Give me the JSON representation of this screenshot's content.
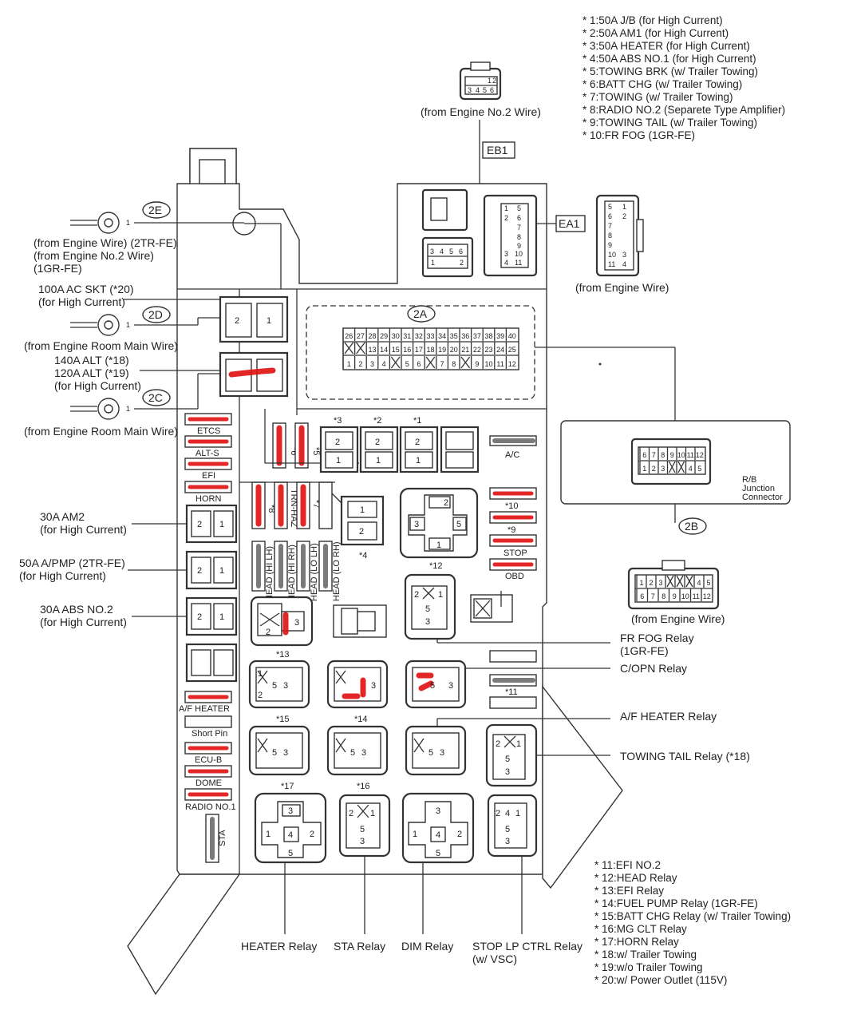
{
  "legend_top": [
    "* 1:50A J/B (for High Current)",
    "* 2:50A AM1 (for High Current)",
    "* 3:50A HEATER (for High Current)",
    "* 4:50A ABS NO.1 (for High Current)",
    "* 5:TOWING BRK (w/ Trailer Towing)",
    "* 6:BATT CHG (w/ Trailer Towing)",
    "* 7:TOWING (w/ Trailer Towing)",
    "* 8:RADIO NO.2 (Separete Type Amplifier)",
    "* 9:TOWING TAIL (w/ Trailer Towing)",
    "* 10:FR FOG (1GR-FE)"
  ],
  "legend_bottom": [
    "* 11:EFI NO.2",
    "* 12:HEAD Relay",
    "* 13:EFI Relay",
    "* 14:FUEL PUMP Relay (1GR-FE)",
    "* 15:BATT CHG Relay (w/ Trailer Towing)",
    "* 16:MG CLT Relay",
    "* 17:HORN Relay",
    "* 18:w/ Trailer Towing",
    "* 19:w/o Trailer Towing",
    "* 20:w/ Power Outlet (115V)"
  ],
  "connectors": {
    "2E": "2E",
    "2D": "2D",
    "2C": "2C",
    "2A": "2A",
    "2B": "2B",
    "EB1": "EB1",
    "EA1": "EA1",
    "eb1_source": "(from Engine No.2 Wire)",
    "ea1_source": "(from Engine Wire)",
    "b2_source": "(from Engine Wire)",
    "rb_label": [
      "R/B",
      "Junction",
      "Connector"
    ]
  },
  "left_labels": {
    "e2_source": [
      "(from Engine Wire) (2TR-FE)",
      "(from Engine No.2 Wire)",
      "(1GR-FE)"
    ],
    "ac_skt": [
      "100A AC SKT (*20)",
      "(for High Current)"
    ],
    "d2_source": "(from Engine Room Main Wire)",
    "alt": [
      "140A ALT (*18)",
      "120A ALT (*19)",
      "(for High Current)"
    ],
    "c2_source": "(from Engine Room Main Wire)",
    "am2": [
      "30A AM2",
      "(for High Current)"
    ],
    "apmp": [
      "50A A/PMP (2TR-FE)",
      "(for High Current)"
    ],
    "abs2": [
      "30A ABS NO.2",
      "(for High Current)"
    ]
  },
  "fuse_labels": {
    "etcs": "ETCS",
    "alts": "ALT-S",
    "efi": "EFI",
    "horn": "HORN",
    "ac": "A/C",
    "stop": "STOP",
    "obd": "OBD",
    "af_heater": "A/F HEATER",
    "short_pin": "Short Pin",
    "ecub": "ECU-B",
    "dome": "DOME",
    "radio1": "RADIO NO.1",
    "sta": "STA",
    "trn_haz": "TRN-HAZ",
    "head_hi_lh": "HEAD (HI LH)",
    "head_hi_rh": "HEAD (HI RH)",
    "head_lo_lh": "HEAD (LO LH)",
    "head_lo_rh": "HEAD (LO RH)"
  },
  "refs": {
    "r1": "*1",
    "r2": "*2",
    "r3": "*3",
    "r4": "*4",
    "r5": "*5",
    "r6": "*6",
    "r7": "*7",
    "r8": "*8",
    "r9": "*9",
    "r10": "*10",
    "r11": "*11",
    "r12": "*12",
    "r13": "*13",
    "r14": "*14",
    "r15": "*15",
    "r16": "*16",
    "r17": "*17"
  },
  "right_labels": {
    "fr_fog": [
      "FR FOG Relay",
      "(1GR-FE)"
    ],
    "copn": "C/OPN Relay",
    "af_heater_relay": "A/F HEATER Relay",
    "towing_tail": "TOWING TAIL Relay (*18)"
  },
  "bottom_labels": {
    "heater": "HEATER Relay",
    "sta": "STA Relay",
    "dim": "DIM Relay",
    "stop_lp": [
      "STOP LP CTRL Relay",
      "(w/ VSC)"
    ]
  },
  "pins_2a": {
    "row1": [
      "26",
      "27",
      "28",
      "29",
      "30",
      "31",
      "32",
      "33",
      "34",
      "35",
      "36",
      "37",
      "38",
      "39",
      "40"
    ],
    "row2": [
      "",
      "",
      "13",
      "14",
      "15",
      "16",
      "17",
      "18",
      "19",
      "20",
      "21",
      "22",
      "23",
      "24",
      "25"
    ],
    "row3": [
      "1",
      "2",
      "3",
      "4",
      "",
      "5",
      "6",
      "",
      "7",
      "8",
      "",
      "9",
      "10",
      "11",
      "12"
    ]
  },
  "pins_2b": {
    "row1": [
      "1",
      "2",
      "3",
      "",
      "",
      "",
      "4",
      "5"
    ],
    "row2": [
      "6",
      "7",
      "8",
      "9",
      "10",
      "11",
      "12"
    ]
  },
  "pins_rb": {
    "row1": [
      "6",
      "7",
      "8",
      "9",
      "10",
      "11",
      "12"
    ],
    "row2": [
      "1",
      "2",
      "3",
      "",
      "",
      "4",
      "5"
    ]
  },
  "pins_eb1": [
    "1",
    "2",
    "3",
    "4",
    "5",
    "6"
  ],
  "pins_ea1_side": [
    "5",
    "1",
    "6",
    "2",
    "7",
    "8",
    "9",
    "10",
    "3",
    "11",
    "4"
  ],
  "terminal_numbers": {
    "one": "1",
    "two": "2",
    "three": "3",
    "four": "4",
    "five": "5"
  }
}
